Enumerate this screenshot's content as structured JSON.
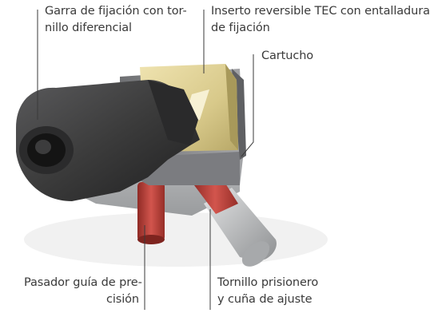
{
  "labels": {
    "garra": {
      "line1": "Garra de fijación con tor-",
      "line2": "nillo diferencial"
    },
    "inserto": {
      "line1": "Inserto reversible TEC con entalladura",
      "line2": "de fijación"
    },
    "cartucho": {
      "line1": "Cartucho"
    },
    "pasador": {
      "line1": "Pasador guía de pre-",
      "line2": "cisión"
    },
    "tornillo": {
      "line1": "Tornillo prisionero",
      "line2": "y cuña de ajuste"
    }
  },
  "colors": {
    "text": "#3a3a3a",
    "clamp": "#3b3b3b",
    "insert": "#d8c98a",
    "cartridge": "#8e8e92",
    "pin": "#c0413a",
    "screw_body": "#b9bbbd"
  }
}
